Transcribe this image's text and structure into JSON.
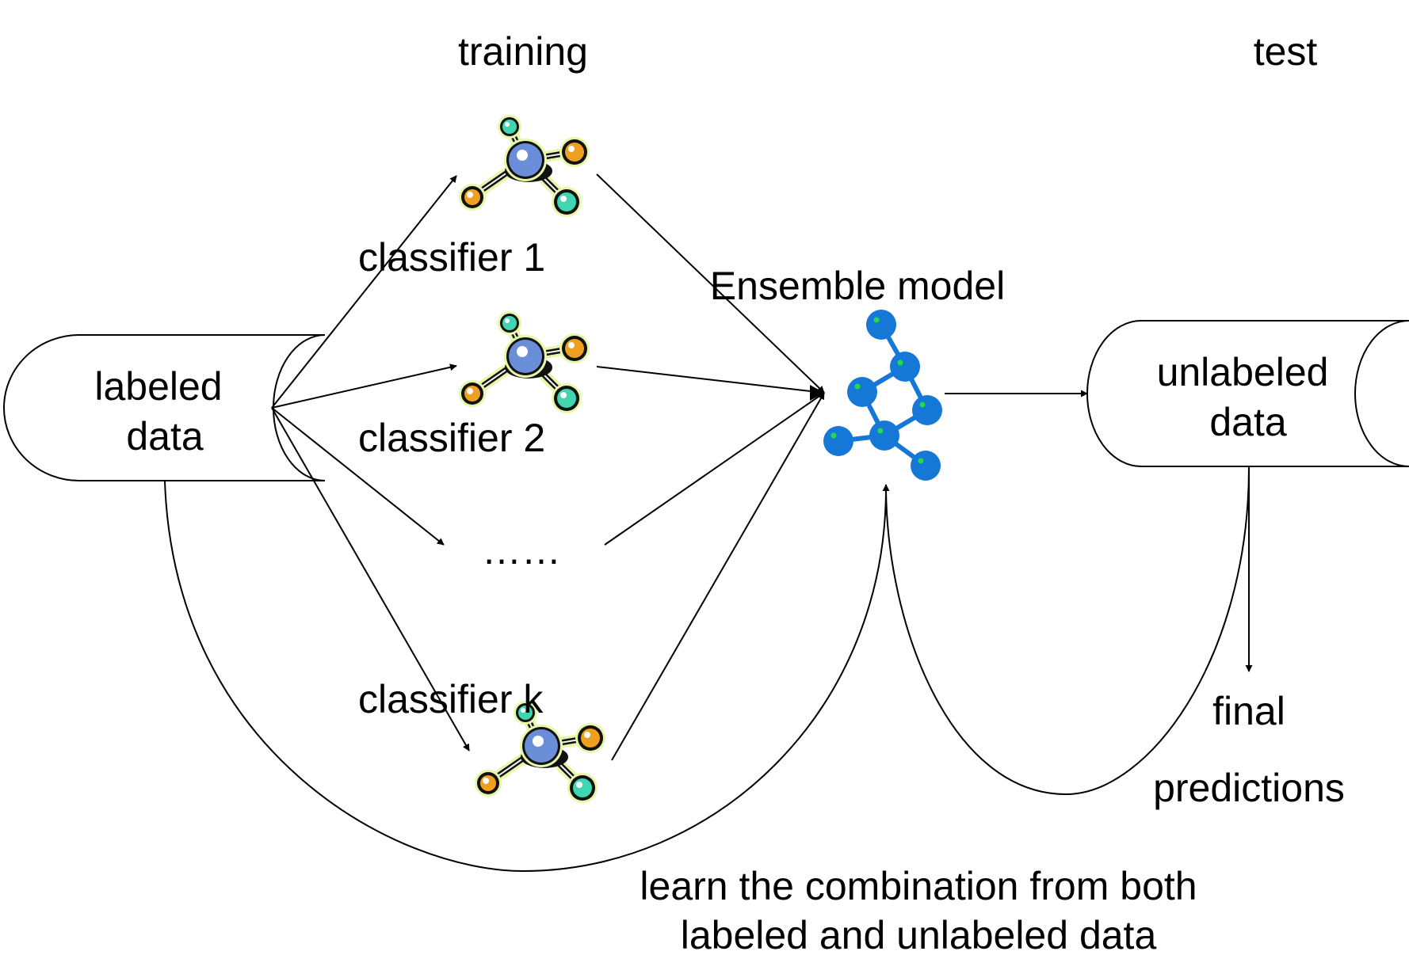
{
  "headers": {
    "training": "training",
    "test": "test"
  },
  "labeled_data": {
    "line1": "labeled",
    "line2": "data"
  },
  "unlabeled_data": {
    "line1": "unlabeled",
    "line2": "data"
  },
  "classifiers": {
    "c1": "classifier 1",
    "c2": "classifier 2",
    "dots": "……",
    "ck": "classifier k"
  },
  "ensemble": {
    "label": "Ensemble model"
  },
  "final_predictions": {
    "line1": "final",
    "line2": "predictions"
  },
  "combination_note": {
    "line1": "learn the combination from both",
    "line2": "labeled and unlabeled data"
  },
  "colors": {
    "molecule_center": "#6a8fd8",
    "molecule_teal": "#3fd6b0",
    "molecule_orange": "#f0a020",
    "molecule_glow": "#e6f7a8",
    "ensemble_blue": "#1577d6",
    "ensemble_dot": "#22dd44"
  }
}
